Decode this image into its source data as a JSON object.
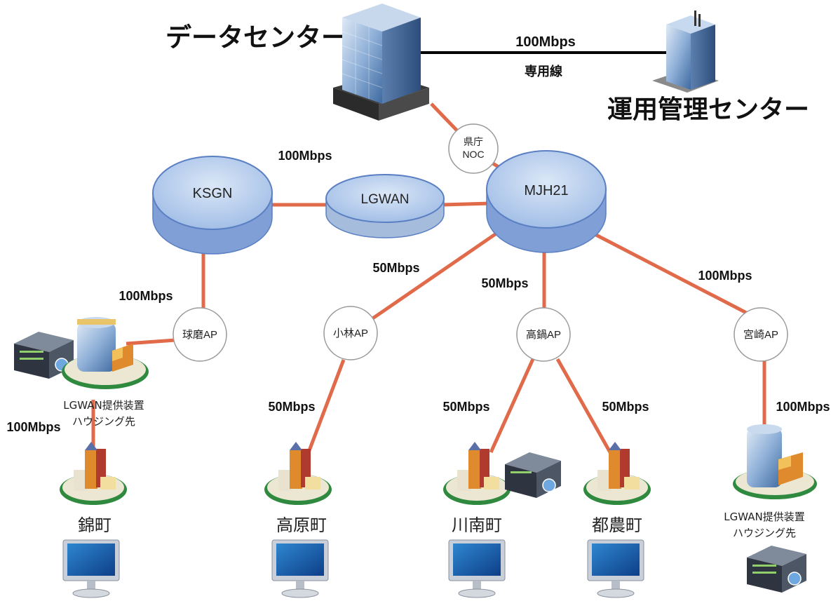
{
  "titles": {
    "datacenter": "データセンター",
    "ops_center": "運用管理センター"
  },
  "dedicated_link": {
    "speed": "100Mbps",
    "label": "専用線"
  },
  "nodes": {
    "noc": [
      "県庁",
      "NOC"
    ],
    "ksgn": "KSGN",
    "lgwan": "LGWAN",
    "mjh21": "MJH21",
    "kuma_ap": "球磨AP",
    "kobayashi_ap": "小林AP",
    "takanabe_ap": "高鍋AP",
    "miyazaki_ap": "宮崎AP"
  },
  "speeds": {
    "ksgn_lgwan": "100Mbps",
    "ksgn_kuma": "100Mbps",
    "mjh_kobayashi": "50Mbps",
    "mjh_takanabe": "50Mbps",
    "mjh_miyazaki": "100Mbps",
    "kobayashi_takaharu": "50Mbps",
    "takanabe_kawaminami": "50Mbps",
    "takanabe_tsuno": "50Mbps",
    "miyazaki_housing": "100Mbps",
    "housing_nishiki": "100Mbps"
  },
  "housing_label": [
    "LGWAN提供装置",
    "ハウジング先"
  ],
  "towns": {
    "nishiki": "錦町",
    "takaharu": "高原町",
    "kawaminami": "川南町",
    "tsuno": "都農町"
  },
  "colors": {
    "link": "#e06a4a",
    "dedicated_line": "#000000",
    "router_fill": "#a9c4ea",
    "router_stroke": "#5a7fc2"
  }
}
